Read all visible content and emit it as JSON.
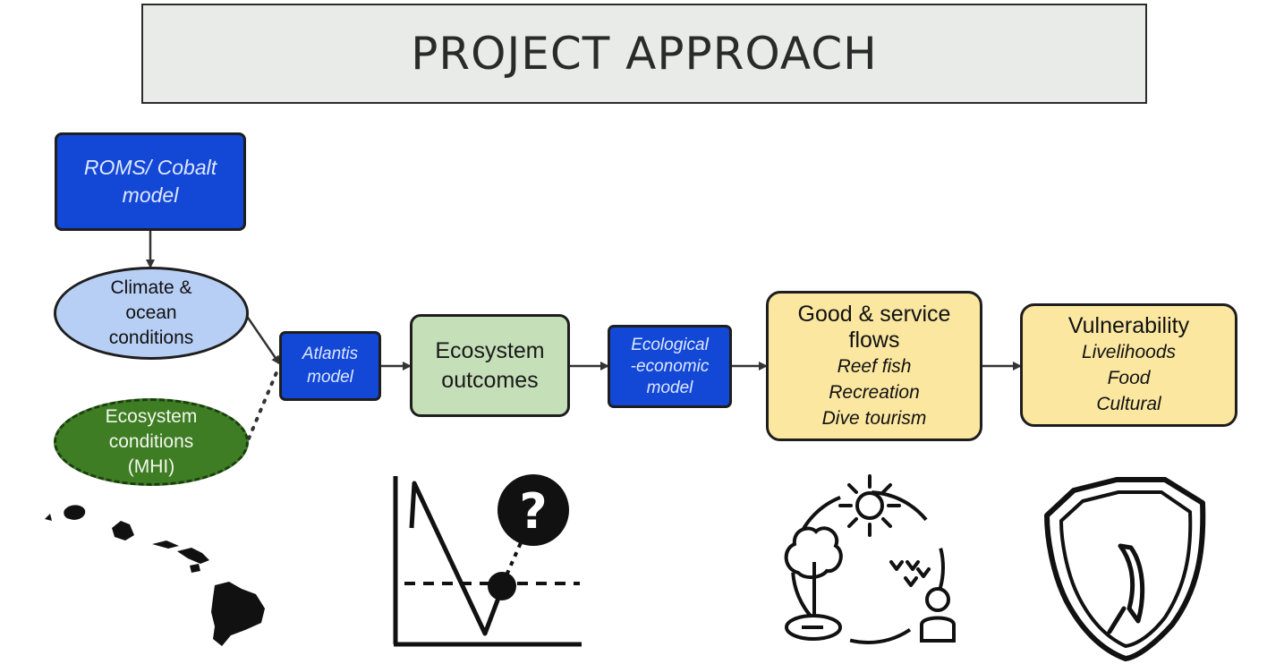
{
  "title": "PROJECT APPROACH",
  "nodes": {
    "roms": {
      "line1": "ROMS/ Cobalt",
      "line2": "model"
    },
    "climate": {
      "line1": "Climate &",
      "line2": "ocean",
      "line3": "conditions"
    },
    "ecosystem_conditions": {
      "line1": "Ecosystem",
      "line2": "conditions",
      "line3": "(MHI)"
    },
    "atlantis": {
      "line1": "Atlantis",
      "line2": "model"
    },
    "ecosystem_outcomes": {
      "line1": "Ecosystem",
      "line2": "outcomes"
    },
    "ecological_economic": {
      "line1": "Ecological",
      "line2": "-economic",
      "line3": "model"
    },
    "goods": {
      "line1": "Good & service",
      "line2": "flows",
      "item1": "Reef fish",
      "item2": "Recreation",
      "item3": "Dive tourism"
    },
    "vulnerability": {
      "title": "Vulnerability",
      "item1": "Livelihoods",
      "item2": "Food",
      "item3": "Cultural"
    }
  },
  "icons": {
    "islands": "hawaiian-islands-map-icon",
    "chart": "uncertain-trend-chart-icon",
    "question": "question-mark-icon",
    "ecosystem": "ecosystem-services-cycle-icon",
    "shield": "shield-icon"
  },
  "colors": {
    "model_blue": "#1347d6",
    "climate_ellipse": "#b8cff5",
    "ecosystem_ellipse": "#3e7d23",
    "outcomes_green": "#c5dfb8",
    "goods_yellow": "#fbe7a0"
  }
}
